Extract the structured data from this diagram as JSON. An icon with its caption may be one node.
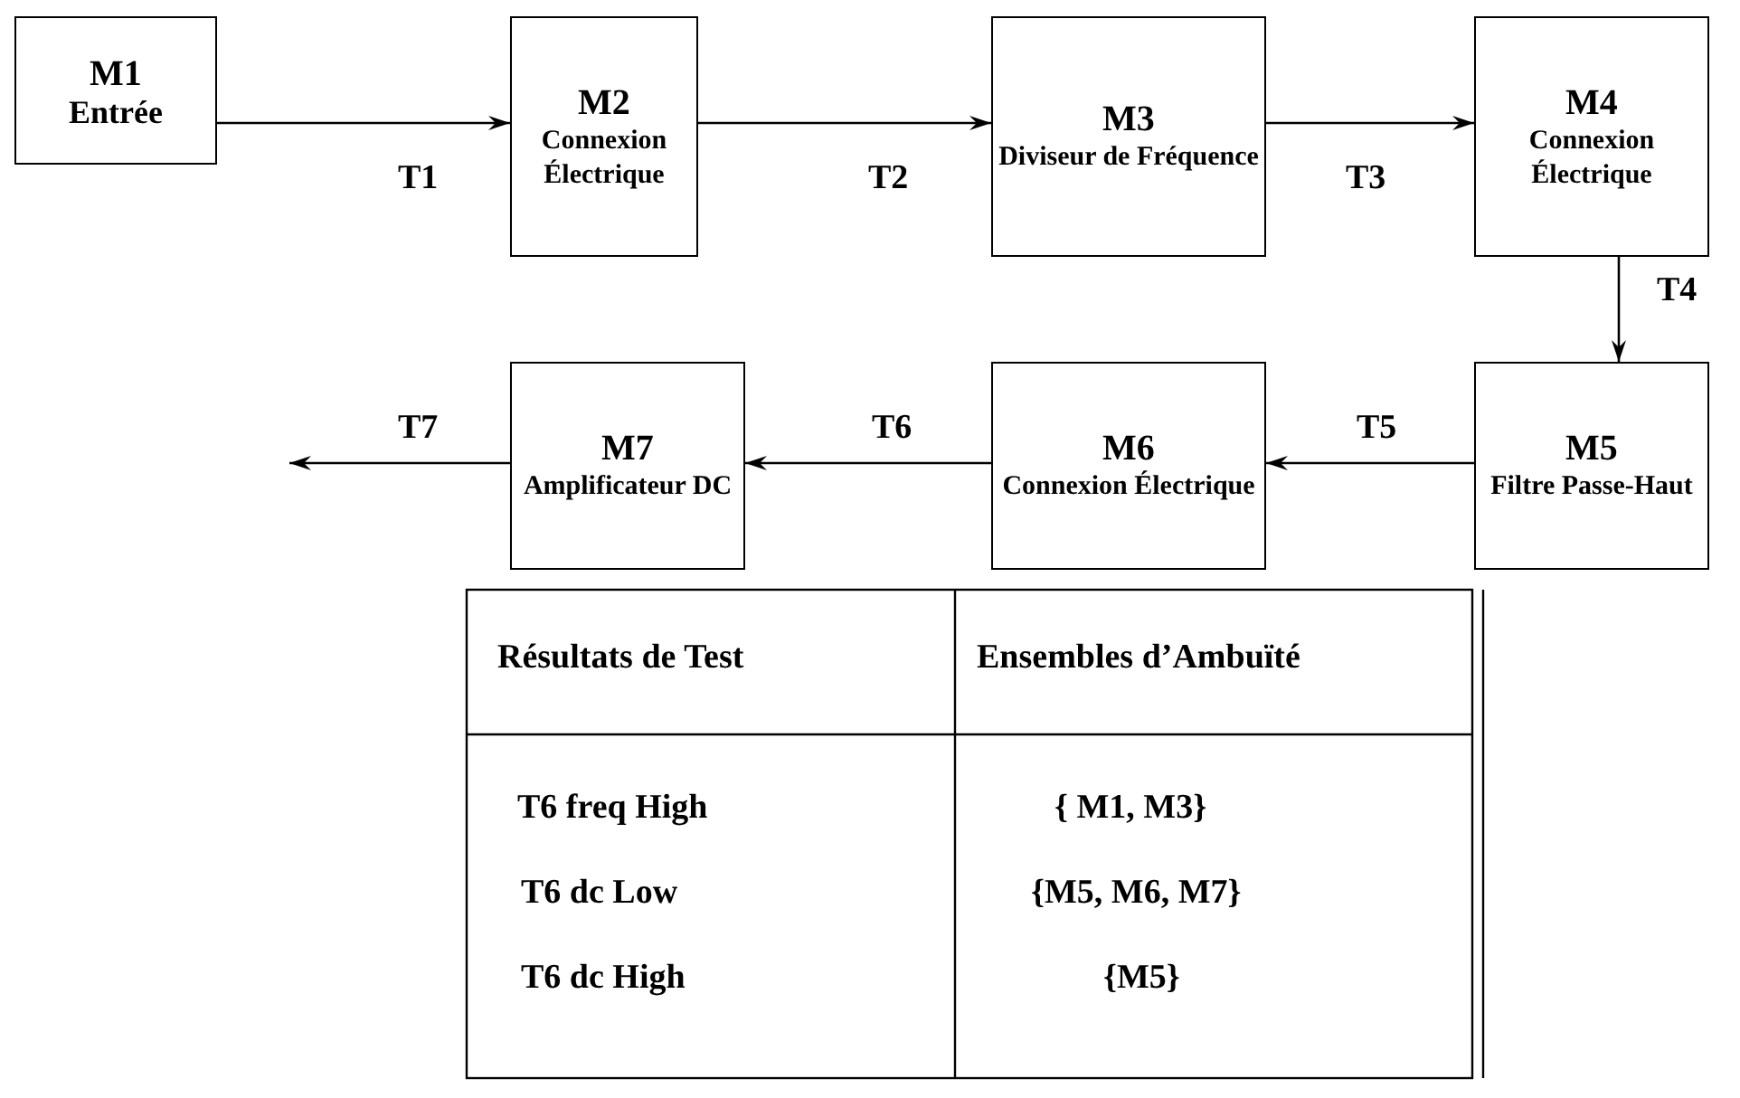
{
  "diagram": {
    "nodes": [
      {
        "text": [
          "M1",
          "Entrée"
        ]
      },
      {
        "text": [
          "M2",
          "Connexion Électrique"
        ]
      },
      {
        "text": [
          "M3",
          "Diviseur de Fréquence"
        ]
      },
      {
        "text": [
          "M4",
          "Connexion Électrique"
        ]
      },
      {
        "text": [
          "M5",
          "Filtre Passe-Haut"
        ]
      },
      {
        "text": [
          "M6",
          "Connexion Électrique"
        ]
      },
      {
        "text": [
          "M7",
          "Amplificateur DC"
        ]
      }
    ],
    "edges": [
      {
        "from": 0,
        "to": 1,
        "arrow": "to",
        "label": "T1"
      },
      {
        "from": 1,
        "to": 2,
        "arrow": "to",
        "label": "T2"
      },
      {
        "from": 2,
        "to": 3,
        "arrow": "to",
        "label": "T3"
      },
      {
        "from": 3,
        "to": 4,
        "arrow": "to",
        "label": "T4"
      },
      {
        "from": 4,
        "to": 5,
        "arrow": "to",
        "label": "T5"
      },
      {
        "from": 5,
        "to": 6,
        "arrow": "to",
        "label": "T6"
      },
      {
        "from": 6,
        "to": null,
        "arrow": "to",
        "label": "T7"
      }
    ],
    "labels": [
      "Résultats de Test",
      "Ensembles d’Ambuïté",
      "T6 freq High",
      "{ M1, M3}",
      "T6 dc Low",
      "{M5, M6, M7}",
      "T6 dc High",
      "{M5}"
    ]
  }
}
